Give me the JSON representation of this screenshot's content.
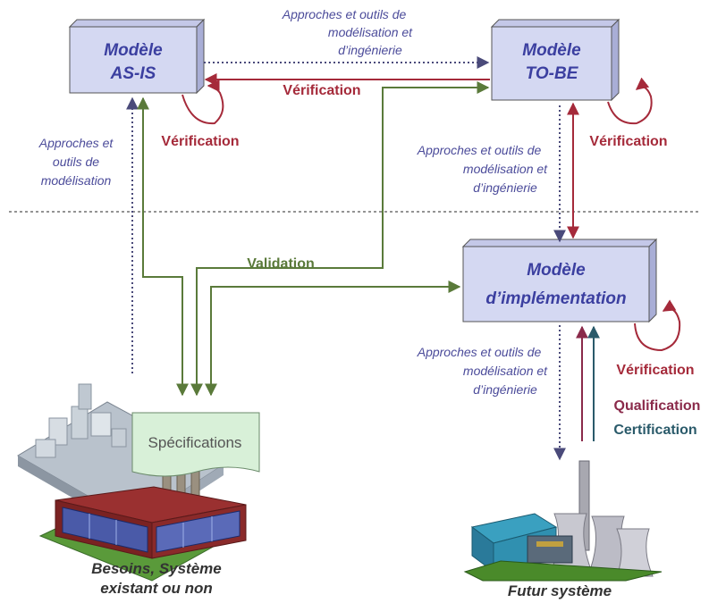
{
  "colors": {
    "box_fill": "#d4d8f2",
    "box_side": "#a9aed6",
    "box_text": "#3b3fa0",
    "note_text": "#4b4b9a",
    "dotted_arrow": "#4a4a7a",
    "verification": "#a52a3a",
    "validation": "#5a7a3a",
    "qualification": "#8a2a4a",
    "certification": "#2a5a6a",
    "spec_fill": "#d8f0d8"
  },
  "boxes": {
    "as_is": {
      "line1": "Modèle",
      "line2": "AS-IS"
    },
    "to_be": {
      "line1": "Modèle",
      "line2": "TO-BE"
    },
    "impl": {
      "line1": "Modèle",
      "line2": "d’implémentation"
    }
  },
  "notes": {
    "top": [
      "Approches et outils de",
      "modélisation et",
      "d’ingénierie"
    ],
    "left": [
      "Approches et",
      "outils de",
      "modélisation"
    ],
    "middle_right": [
      "Approches et outils de",
      "modélisation et",
      "d’ingénierie"
    ],
    "lower_right": [
      "Approches et outils de",
      "modélisation et",
      "d’ingénierie"
    ]
  },
  "labels": {
    "verification_center": "Vérification",
    "verification_asis": "Vérification",
    "verification_tobe": "Vérification",
    "verification_impl": "Vérification",
    "validation": "Validation",
    "qualification": "Qualification",
    "certification": "Certification",
    "specifications": "Spécifications"
  },
  "captions": {
    "left": [
      "Besoins, Système",
      "existant ou non"
    ],
    "right": "Futur système"
  },
  "icons": {
    "existing_system": "factory-building-icon",
    "future_system": "power-plant-icon"
  }
}
